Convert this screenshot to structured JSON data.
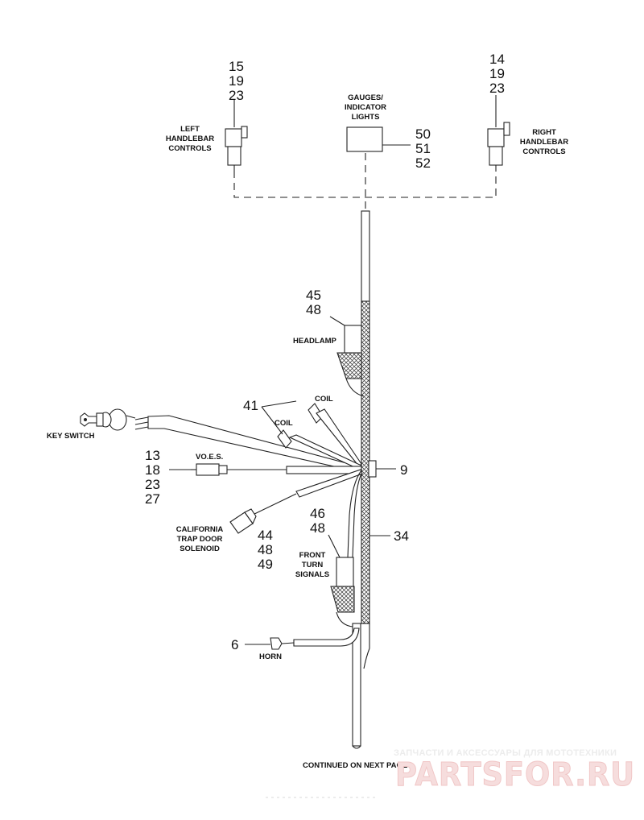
{
  "labels": {
    "left_controls": [
      "LEFT",
      "HANDLEBAR",
      "CONTROLS"
    ],
    "right_controls": [
      "RIGHT",
      "HANDLEBAR",
      "CONTROLS"
    ],
    "gauges": [
      "GAUGES/",
      "INDICATOR",
      "LIGHTS"
    ],
    "headlamp": "HEADLAMP",
    "coil_upper": "COIL",
    "coil_lower": "COIL",
    "key_switch": "KEY SWITCH",
    "voes": "VO.E.S.",
    "california": [
      "CALIFORNIA",
      "TRAP DOOR",
      "SOLENOID"
    ],
    "front_turn": [
      "FRONT",
      "TURN",
      "SIGNALS"
    ],
    "horn": "HORN",
    "continued": "CONTINUED ON NEXT PAGE"
  },
  "callouts": {
    "left_controls": [
      "15",
      "19",
      "23"
    ],
    "right_controls": [
      "14",
      "19",
      "23"
    ],
    "gauges": [
      "50",
      "51",
      "52"
    ],
    "headlamp": [
      "45",
      "48"
    ],
    "coil": "41",
    "voes": [
      "13",
      "18",
      "23",
      "27"
    ],
    "harness_clip": "9",
    "front_turn": [
      "46",
      "48"
    ],
    "main_harness": "34",
    "california": [
      "44",
      "48",
      "49"
    ],
    "horn": "6"
  },
  "watermark": {
    "line1": "ЗАПЧАСТИ И АКСЕССУАРЫ ДЛЯ МОТОТЕХНИКИ",
    "line2": "PARTSFOR.RU"
  }
}
